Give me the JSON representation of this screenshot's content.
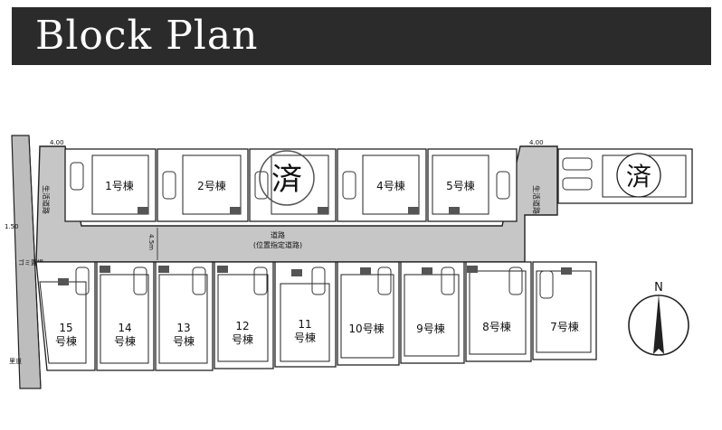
{
  "header": {
    "title": "Block Plan"
  },
  "colors": {
    "header_bg": "#2b2b2b",
    "road": "#c8c8c8",
    "lot_fill": "#ffffff",
    "line": "#222222"
  },
  "plan": {
    "sold_mark": "済",
    "road_label_1": "道路",
    "road_label_2": "(位置指定道路)",
    "road_width": "4.5m",
    "corner_dim": "4.00",
    "corner_dim_right": "4.00",
    "left_road_dim": "1.50",
    "left_path_label": "生活道路",
    "garbage_label": "ゴミ置場",
    "footpath_label": "里道",
    "compass_label": "N",
    "icons": [
      "car-parking-icon",
      "meter-box-icon",
      "compass-icon"
    ]
  },
  "lots": [
    {
      "id": "1",
      "label": "1号棟"
    },
    {
      "id": "2",
      "label": "2号棟"
    },
    {
      "id": "3",
      "label": "済"
    },
    {
      "id": "4",
      "label": "4号棟"
    },
    {
      "id": "5",
      "label": "5号棟"
    },
    {
      "id": "6",
      "label": "済"
    },
    {
      "id": "7",
      "label": "7号棟"
    },
    {
      "id": "8",
      "label": "8号棟"
    },
    {
      "id": "9",
      "label": "9号棟"
    },
    {
      "id": "10",
      "label": "10号棟"
    },
    {
      "id": "11",
      "label": "11\n号棟"
    },
    {
      "id": "12",
      "label": "12\n号棟"
    },
    {
      "id": "13",
      "label": "13\n号棟"
    },
    {
      "id": "14",
      "label": "14\n号棟"
    },
    {
      "id": "15",
      "label": "15\n号棟"
    }
  ]
}
